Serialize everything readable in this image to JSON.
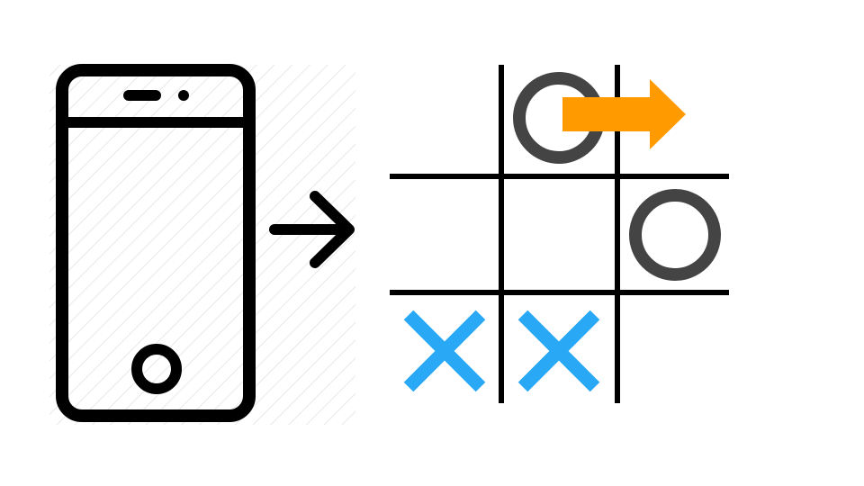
{
  "colors": {
    "background": "#ffffff",
    "outline": "#000000",
    "hatch_background": "#e8e8e8",
    "o_mark": "#444444",
    "x_mark": "#29a8f5",
    "highlight_arrow": "#ff9a00"
  },
  "icons": {
    "device": "smartphone-icon",
    "flow": "arrow-right-icon",
    "move_indicator": "orange-arrow-icon"
  },
  "board": {
    "cells": [
      [
        "",
        "O",
        ""
      ],
      [
        "",
        "",
        "O"
      ],
      [
        "X",
        "X",
        ""
      ]
    ],
    "highlighted_cell": [
      0,
      1
    ]
  }
}
